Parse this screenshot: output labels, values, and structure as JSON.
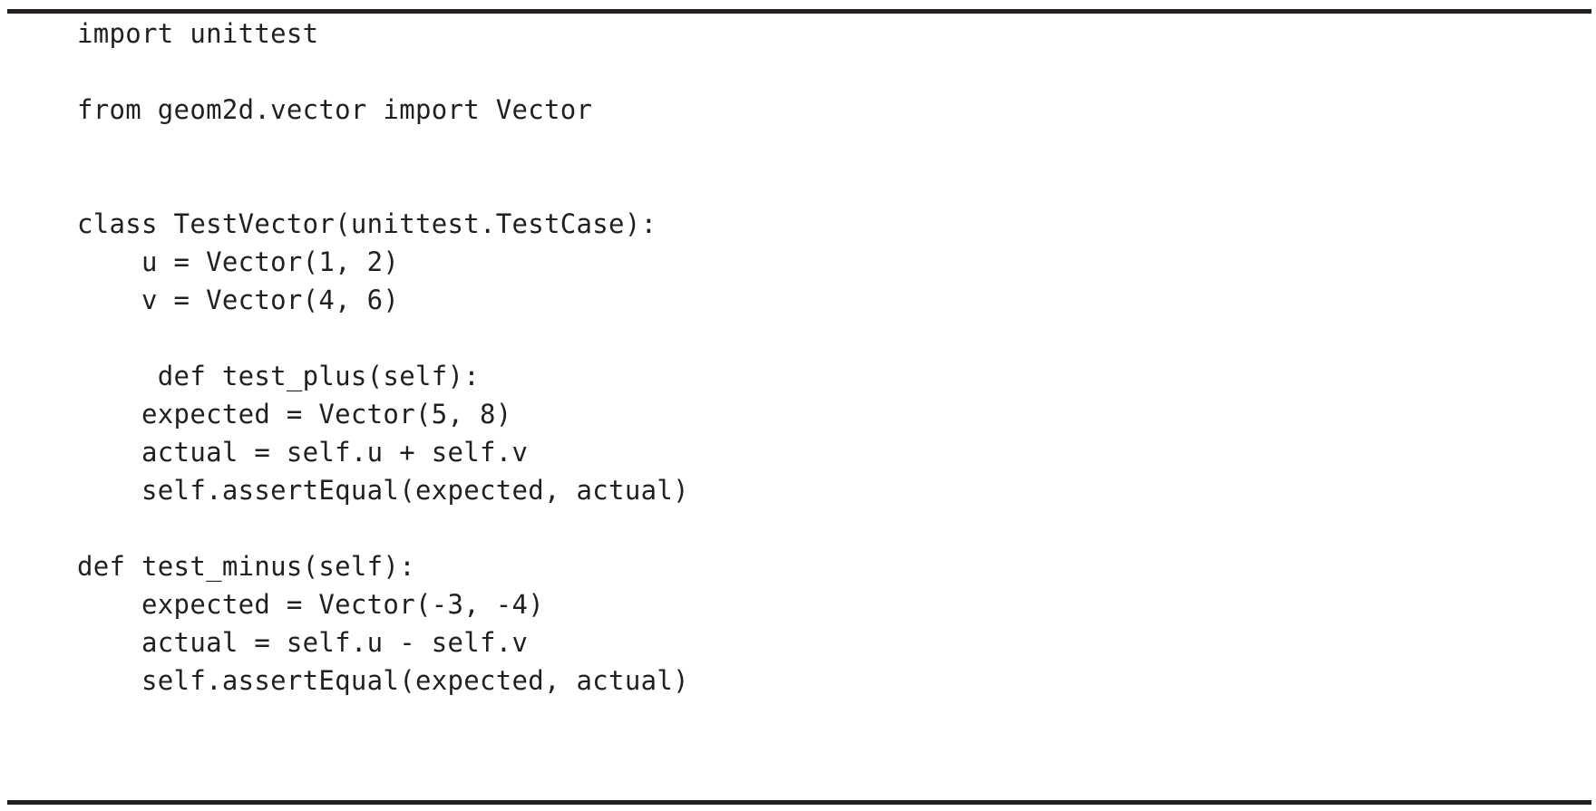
{
  "figure": {
    "type": "code-listing",
    "language": "python",
    "background_color": "#ffffff",
    "text_color": "#231f20",
    "rule_color": "#231f20",
    "top_rule": true,
    "bottom_rule": true
  },
  "code": {
    "lines": [
      {
        "id": "line-1",
        "text": "import unittest"
      },
      {
        "id": "line-2",
        "text": ""
      },
      {
        "id": "line-3",
        "text": "from geom2d.vector import Vector"
      },
      {
        "id": "line-4",
        "text": ""
      },
      {
        "id": "line-5",
        "text": ""
      },
      {
        "id": "line-6",
        "text": "class TestVector(unittest.TestCase):"
      },
      {
        "id": "line-7",
        "text": "    u = Vector(1, 2)"
      },
      {
        "id": "line-8",
        "text": "    v = Vector(4, 6)"
      },
      {
        "id": "line-9",
        "text": ""
      },
      {
        "id": "line-10",
        "text": "     def test_plus(self):"
      },
      {
        "id": "line-11",
        "text": "    expected = Vector(5, 8)"
      },
      {
        "id": "line-12",
        "text": "    actual = self.u + self.v"
      },
      {
        "id": "line-13",
        "text": "    self.assertEqual(expected, actual)"
      },
      {
        "id": "line-14",
        "text": ""
      },
      {
        "id": "line-15",
        "text": "def test_minus(self):"
      },
      {
        "id": "line-16",
        "text": "    expected = Vector(-3, -4)"
      },
      {
        "id": "line-17",
        "text": "    actual = self.u - self.v"
      },
      {
        "id": "line-18",
        "text": "    self.assertEqual(expected, actual)"
      }
    ]
  }
}
